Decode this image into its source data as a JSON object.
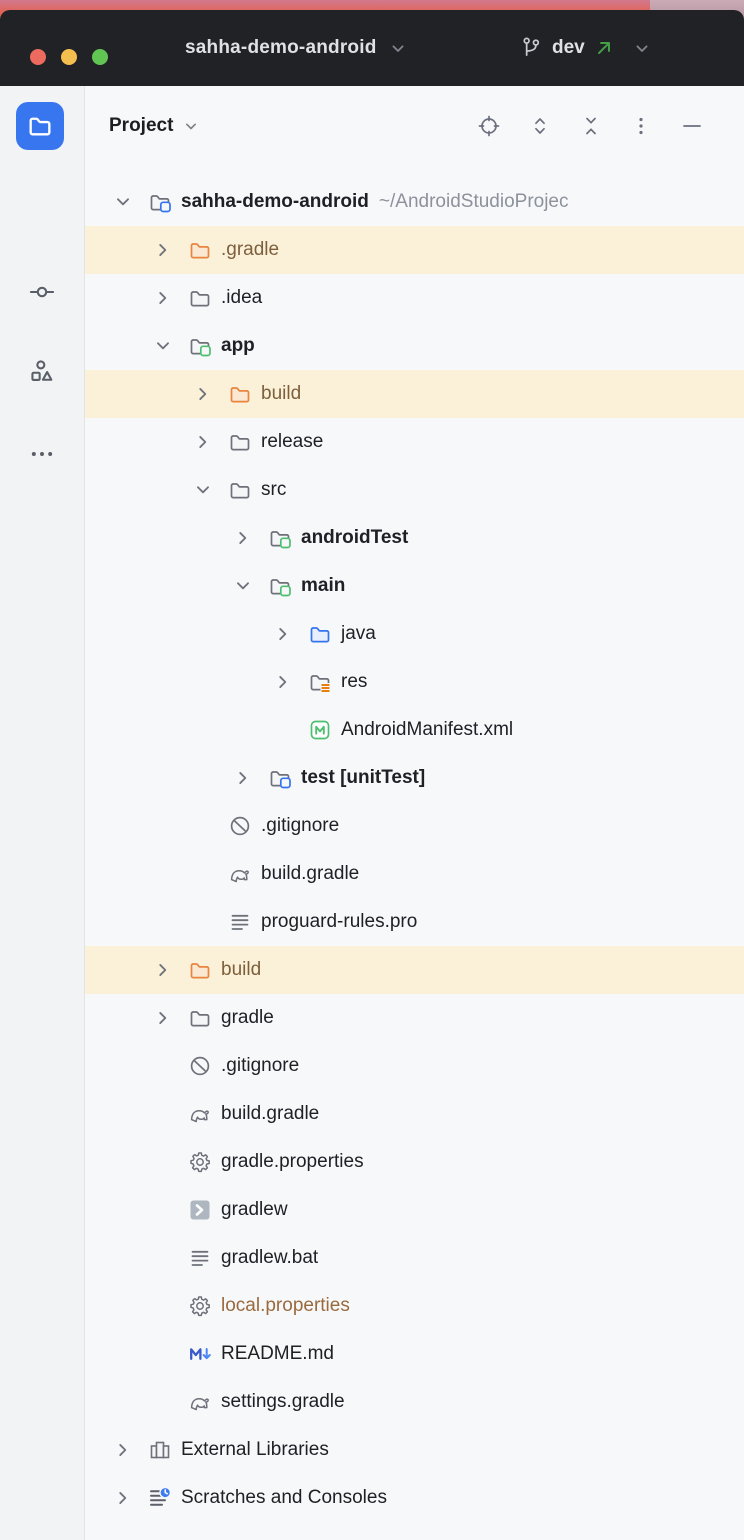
{
  "window": {
    "title": "sahha-demo-android",
    "branch": "dev",
    "traffic_lights": [
      "close",
      "minimize",
      "zoom"
    ]
  },
  "activity_bar": {
    "items": [
      {
        "icon": "project-folder-icon",
        "active": true
      },
      {
        "icon": "commit-icon",
        "active": false
      },
      {
        "icon": "structure-icon",
        "active": false
      },
      {
        "icon": "more-icon",
        "active": false
      }
    ]
  },
  "panel": {
    "title": "Project",
    "toolbar": [
      {
        "icon": "locate-icon"
      },
      {
        "icon": "expand-all-icon"
      },
      {
        "icon": "collapse-all-icon"
      },
      {
        "icon": "more-vertical-icon"
      },
      {
        "icon": "hide-icon"
      }
    ]
  },
  "tree": {
    "items": [
      {
        "label": "sahha-demo-android",
        "path": "~/AndroidStudioProjec",
        "level": 0,
        "icon": "folder-root",
        "chevron": "down",
        "bold": true
      },
      {
        "label": ".gradle",
        "level": 1,
        "icon": "folder-orange",
        "chevron": "right",
        "highlight": "yellow",
        "color": "ignored_folder"
      },
      {
        "label": ".idea",
        "level": 1,
        "icon": "folder",
        "chevron": "right"
      },
      {
        "label": "app",
        "level": 1,
        "icon": "folder-module",
        "chevron": "down",
        "bold": true
      },
      {
        "label": "build",
        "level": 2,
        "icon": "folder-orange",
        "chevron": "right",
        "highlight": "yellow",
        "color": "ignored_folder"
      },
      {
        "label": "release",
        "level": 2,
        "icon": "folder",
        "chevron": "right"
      },
      {
        "label": "src",
        "level": 2,
        "icon": "folder",
        "chevron": "down"
      },
      {
        "label": "androidTest",
        "level": 3,
        "icon": "folder-module",
        "chevron": "right",
        "bold": true
      },
      {
        "label": "main",
        "level": 3,
        "icon": "folder-module",
        "chevron": "down",
        "bold": true
      },
      {
        "label": "java",
        "level": 4,
        "icon": "folder-java",
        "chevron": "right"
      },
      {
        "label": "res",
        "level": 4,
        "icon": "folder-res",
        "chevron": "right"
      },
      {
        "label": "AndroidManifest.xml",
        "level": 4,
        "icon": "manifest",
        "selected": true
      },
      {
        "label": "test [unitTest]",
        "level": 3,
        "icon": "folder-test",
        "chevron": "right",
        "bold": true
      },
      {
        "label": ".gitignore",
        "level": 2,
        "icon": "ignore"
      },
      {
        "label": "build.gradle",
        "level": 2,
        "icon": "gradle"
      },
      {
        "label": "proguard-rules.pro",
        "level": 2,
        "icon": "textfile"
      },
      {
        "label": "build",
        "level": 1,
        "icon": "folder-orange",
        "chevron": "right",
        "highlight": "yellow",
        "color": "ignored_folder"
      },
      {
        "label": "gradle",
        "level": 1,
        "icon": "folder",
        "chevron": "right"
      },
      {
        "label": ".gitignore",
        "level": 1,
        "icon": "ignore"
      },
      {
        "label": "build.gradle",
        "level": 1,
        "icon": "gradle"
      },
      {
        "label": "gradle.properties",
        "level": 1,
        "icon": "gear"
      },
      {
        "label": "gradlew",
        "level": 1,
        "icon": "shell"
      },
      {
        "label": "gradlew.bat",
        "level": 1,
        "icon": "textfile"
      },
      {
        "label": "local.properties",
        "level": 1,
        "icon": "gear",
        "color": "ignored_file"
      },
      {
        "label": "README.md",
        "level": 1,
        "icon": "markdown"
      },
      {
        "label": "settings.gradle",
        "level": 1,
        "icon": "gradle"
      },
      {
        "label": "External Libraries",
        "level": 0,
        "icon": "libraries",
        "chevron": "right"
      },
      {
        "label": "Scratches and Consoles",
        "level": 0,
        "icon": "scratches",
        "chevron": "right"
      }
    ]
  },
  "colors": {
    "accent": "#3574F0",
    "selection": "#D5DDF8",
    "highlight": "#FBF1D8",
    "ignored_folder": "#7D5F3C",
    "ignored_file": "#9A6A3E",
    "folder_orange": "#E8843E",
    "module_green": "#4DBE70",
    "titlebar": "#212226",
    "branch_arrow_green": "#43A047"
  }
}
